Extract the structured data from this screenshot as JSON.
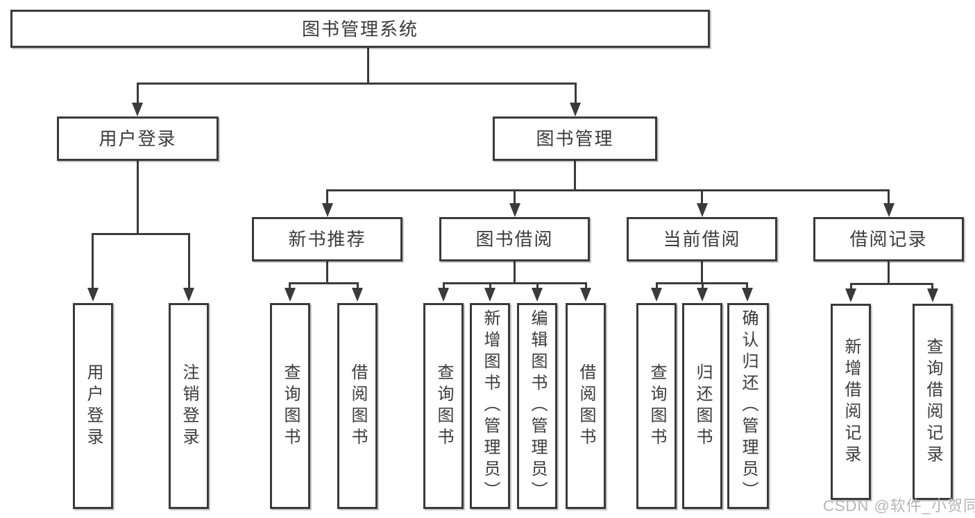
{
  "diagram": {
    "root": {
      "label": "图书管理系统"
    },
    "level2": [
      {
        "label": "用户登录",
        "children": [
          {
            "label": "用户登录"
          },
          {
            "label": "注销登录"
          }
        ]
      },
      {
        "label": "图书管理",
        "modules": [
          {
            "label": "新书推荐",
            "children": [
              {
                "label": "查询图书"
              },
              {
                "label": "借阅图书"
              }
            ]
          },
          {
            "label": "图书借阅",
            "children": [
              {
                "label": "查询图书"
              },
              {
                "label": "新增图书（管理员）"
              },
              {
                "label": "编辑图书（管理员）"
              },
              {
                "label": "借阅图书"
              }
            ]
          },
          {
            "label": "当前借阅",
            "children": [
              {
                "label": "查询图书"
              },
              {
                "label": "归还图书"
              },
              {
                "label": "确认归还（管理员）"
              }
            ]
          },
          {
            "label": "借阅记录",
            "children": [
              {
                "label": "新增借阅记录"
              },
              {
                "label": "查询借阅记录"
              }
            ]
          }
        ]
      }
    ]
  },
  "watermark": {
    "text": "CSDN @软件_小贺同学"
  },
  "colors": {
    "line": "#3a3a3a",
    "text": "#3b3b3b",
    "watermark": "#b5b5b5",
    "background": "#ffffff"
  }
}
